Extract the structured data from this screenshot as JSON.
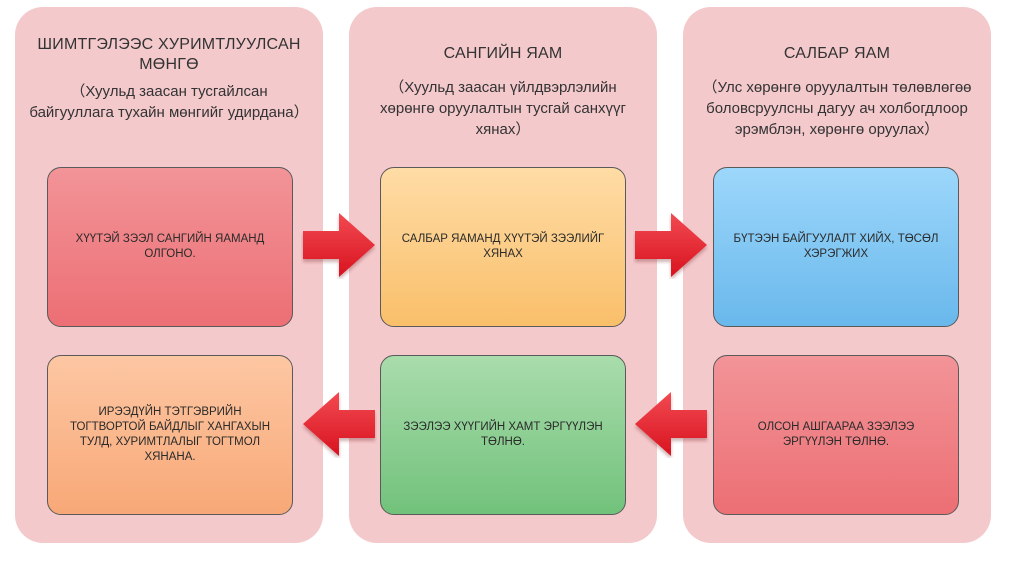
{
  "columns": [
    {
      "title": "ШИМТГЭЛЭЭС ХУРИМТЛУУЛСАН МӨНГӨ",
      "subtitle": "（Хуульд заасан тусгайлсан байгууллага тухайн мөнгийг удирдана）",
      "top_box": "ХҮҮТЭЙ ЗЭЭЛ САНГИЙН ЯАМАНД ОЛГОНО.",
      "bottom_box": "ИРЭЭДҮЙН ТЭТГЭВРИЙН ТОГТВОРТОЙ БАЙДЛЫГ ХАНГАХЫН ТУЛД, ХУРИМТЛАЛЫГ ТОГТМОЛ ХЯНАНА."
    },
    {
      "title": "САНГИЙН ЯАМ",
      "subtitle": "（Хуульд заасан үйлдвэрлэлийн хөрөнгө оруулалтын тусгай санхүүг хянах）",
      "top_box": "САЛБАР ЯАМАНД ХҮҮТЭЙ ЗЭЭЛИЙГ ХЯНАХ",
      "bottom_box": "ЗЭЭЛЭЭ ХҮҮГИЙН ХАМТ ЭРГҮҮЛЭН ТӨЛНӨ."
    },
    {
      "title": "САЛБАР ЯАМ",
      "subtitle": "（Улс хөрөнгө оруулалтын төлөвлөгөө боловсруулсны дагуу ач холбогдлоор эрэмблэн, хөрөнгө оруулах）",
      "top_box": "БҮТЭЭН БАЙГУУЛАЛТ ХИЙХ, ТӨСӨЛ ХЭРЭГЖИХ",
      "bottom_box": "ОЛСОН АШГААРАА ЗЭЭЛЭЭ ЭРГҮҮЛЭН ТӨЛНӨ."
    }
  ],
  "colors": {
    "column_background": "#f4c9cc",
    "arrow": "#e5222e",
    "box_red": "#ec6f74",
    "box_yellow": "#f9bf6a",
    "box_blue": "#69b8ec",
    "box_orange": "#f8a877",
    "box_green": "#72c27b"
  },
  "arrows": [
    {
      "from": "columns.0.top_box",
      "to": "columns.1.top_box",
      "direction": "right"
    },
    {
      "from": "columns.1.top_box",
      "to": "columns.2.top_box",
      "direction": "right"
    },
    {
      "from": "columns.2.bottom_box",
      "to": "columns.1.bottom_box",
      "direction": "left"
    },
    {
      "from": "columns.1.bottom_box",
      "to": "columns.0.bottom_box",
      "direction": "left"
    }
  ]
}
